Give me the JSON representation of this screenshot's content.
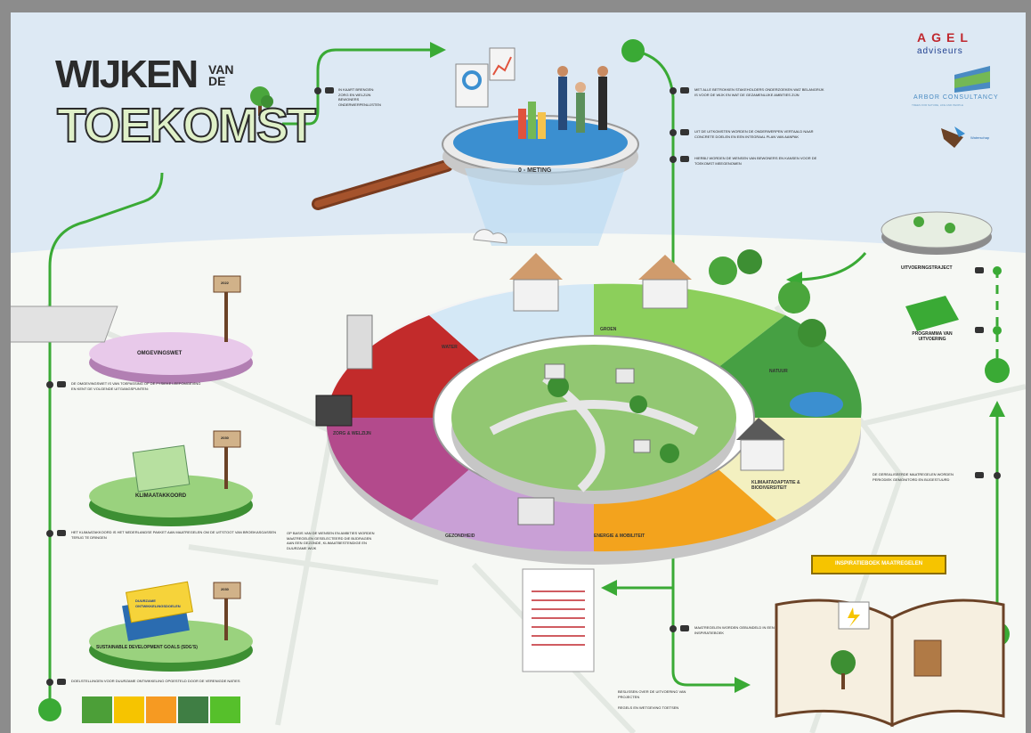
{
  "title": {
    "line1": "WIJKEN",
    "van_de": "VAN DE",
    "line2": "TOEKOMST"
  },
  "logos": {
    "agel": "AGEL",
    "agel_sub": "adviseurs",
    "arbor": "ARBOR CONSULTANCY",
    "arbor_sub": "TREES FOR NATURE, LIFE AND PEOPLE",
    "waterschap": "Waterschap"
  },
  "nulmeting": {
    "label": "0 - METING",
    "intro": "IN KAART BRENGEN:",
    "bullets": [
      "ZORG EN WELZIJN",
      "BEWONERS",
      "ONDERWERPENLIJSTEN"
    ]
  },
  "right_notes": [
    "MET ALLE BETROKKEN STAKEHOLDERS ONDERZOEKEN WAT BELANGRIJK IS VOOR DE WIJK EN WAT DE GEZAMENLIJKE AMBITIES ZIJN",
    "UIT DE UITKOMSTEN WORDEN DE ONDERWERPEN VERTAALD NAAR CONCRETE DOELEN EN EEN INTEGRAAL PLAN VAN AANPAK",
    "HIERBIJ WORDEN DE WENSEN VAN BEWONERS EN KANSEN VOOR DE TOEKOMST MEEGENOMEN"
  ],
  "left_items": [
    {
      "label": "OMGEVINGSWET",
      "sign": "2022"
    },
    {
      "label": "KLIMAATAKKOORD",
      "sign": "2030"
    },
    {
      "label": "SUSTAINABLE DEVELOPMENT GOALS (SDG'S)",
      "sign": "2030",
      "book": "DUURZAME ONTWIKKELINGSDOELEN"
    }
  ],
  "left_notes": [
    "DE OMGEVINGSWET IS VAN TOEPASSING OP DE FYSIEKE LEEFOMGEVING EN KENT DE VOLGENDE UITGANGSPUNTEN:",
    "HET KLIMAATAKKOORD IS HET NEDERLANDSE PAKKET AAN MAATREGELEN OM DE UITSTOOT VAN BROEIKASGASSEN TERUG TE DRINGEN",
    "DOELSTELLINGEN VOOR DUURZAME ONTWIKKELING OPGESTELD DOOR DE VERENIGDE NATIES"
  ],
  "ring_segments": [
    "WATER",
    "GROEN",
    "NATUUR",
    "KLIMAATADAPTATIE & BIODIVERSITEIT",
    "ENERGIE & MOBILITEIT",
    "GEZONDHEID",
    "ZORG & WELZIJN"
  ],
  "process": {
    "uitvoering": "UITVOERINGSTRAJECT",
    "programma": "PROGRAMMA VAN UITVOERING",
    "monitoring": "DE GEREALISEERDE MAATREGELEN WORDEN PERIODIEK GEMONITORD EN BIJGESTUURD"
  },
  "banner": "INSPIRATIEBOEK MAATREGELEN",
  "bottom_notes": [
    "MAATREGELEN WORDEN GEBUNDELD IN EEN INSPIRATIEBOEK",
    "BESLISSEN OVER DE UITVOERING VAN PROJECTEN",
    "REGELS EN WETGEVING TOETSEN"
  ],
  "center_note": "OP BASIS VAN DE WENSEN EN AMBITIES WORDEN MAATREGELEN GESELECTEERD DIE BIJDRAGEN AAN EEN GEZONDE, KLIMAATBESTENDIGE EN DUURZAME WIJK",
  "colors": {
    "green": "#3aaa35",
    "dark_green": "#2e7d32",
    "sky": "#d8e8f4",
    "ground": "#f6f8f4",
    "water_blue": "#bfe0f2",
    "red": "#c0272d",
    "purple": "#c9a0d6",
    "orange": "#f3a31d",
    "banner": "#f6c400"
  },
  "icons": [
    "thumbs-up-icon",
    "magnifier-icon",
    "arrow-icon",
    "signpost-icon",
    "book-icon",
    "cloud-icon",
    "tree-icon"
  ]
}
